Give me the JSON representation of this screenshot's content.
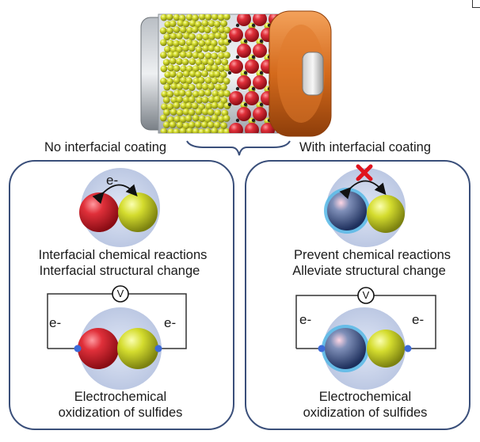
{
  "left_panel": {
    "title": "No interfacial coating",
    "electron_label": "e-",
    "caption_line1": "Interfacial chemical reactions",
    "caption_line2": "Interfacial structural change",
    "voltmeter_symbol": "V",
    "circuit_left_label": "e-",
    "circuit_right_label": "e-",
    "bottom_line1": "Electrochemical",
    "bottom_line2": "oxidization of sulfides"
  },
  "right_panel": {
    "title": "With interfacial coating",
    "caption_line1": "Prevent chemical reactions",
    "caption_line2": "Alleviate structural change",
    "voltmeter_symbol": "V",
    "circuit_left_label": "e-",
    "circuit_right_label": "e-",
    "bottom_line1": "Electrochemical",
    "bottom_line2": "oxidization of sulfides"
  },
  "colors": {
    "panel_border": "#3a4f7a",
    "halo": "#c9d3ea",
    "red_particle": "#d3202b",
    "yellow_particle": "#cfd82c",
    "coated_particle": "#3a5a8c",
    "coating_ring": "#56b8e6",
    "blocked_mark": "#e0141e",
    "battery_cap": "#d2691e",
    "battery_body": "#9aa0a6"
  }
}
